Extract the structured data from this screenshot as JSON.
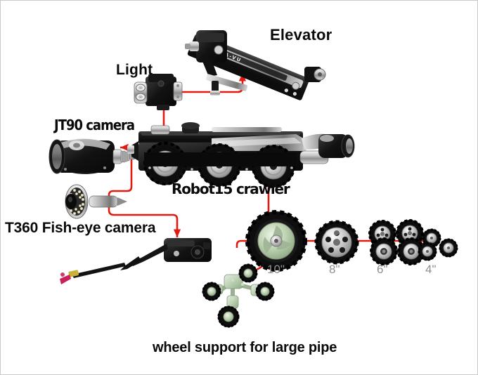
{
  "figure": {
    "title": "Robot15 crawler system components",
    "background_color": "#ffffff",
    "border_color": "#c9c9c9",
    "connector_color": "#e11b10"
  },
  "labels": {
    "elevator": "Elevator",
    "light": "Light",
    "jt90_camera": "JT90 camera",
    "robot15_crawler": "Robot15 crawler",
    "t360_camera": "T360 Fish-eye camera",
    "wheel_support": "wheel support for large pipe"
  },
  "wheel_sizes": [
    {
      "label": "10\"",
      "color": "#8e8e8e"
    },
    {
      "label": "8\"",
      "color": "#8e8e8e"
    },
    {
      "label": "6\"",
      "color": "#8e8e8e"
    },
    {
      "label": "4\"",
      "color": "#8e8e8e"
    }
  ],
  "parts": [
    {
      "name": "elevator",
      "label": "Elevator"
    },
    {
      "name": "light",
      "label": "Light"
    },
    {
      "name": "jt90-camera",
      "label": "JT90 camera"
    },
    {
      "name": "robot15-crawler",
      "label": "Robot15 crawler"
    },
    {
      "name": "t360-fisheye-camera",
      "label": "T360 Fish-eye camera"
    },
    {
      "name": "extension-arm",
      "label": ""
    },
    {
      "name": "wheel-support-assembly",
      "label": "wheel support for large pipe"
    },
    {
      "name": "wheel-10-inch",
      "label": "10\""
    },
    {
      "name": "wheel-8-inch",
      "label": "8\""
    },
    {
      "name": "wheel-6-inch",
      "label": "6\""
    },
    {
      "name": "wheel-4-inch",
      "label": "4\""
    }
  ]
}
